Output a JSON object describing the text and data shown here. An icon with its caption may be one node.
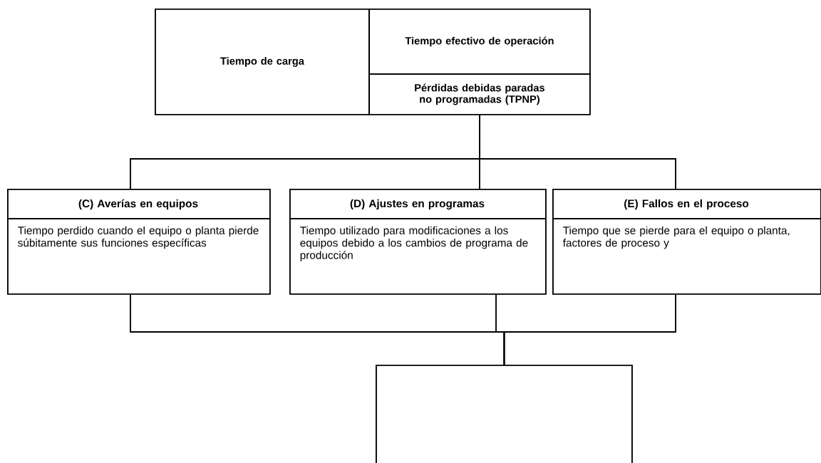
{
  "diagram": {
    "nodes": [
      {
        "text": [
          "Tiempo de carga"
        ]
      },
      {
        "text": [
          "Tiempo efectivo de operación"
        ]
      },
      {
        "text": [
          "Pérdidas debidas paradas no programadas (TPNP)"
        ]
      },
      {
        "text": [
          "(C) Averías en equipos",
          "Tiempo perdido cuando el equipo o planta pierde súbitamente sus funciones específicas"
        ]
      },
      {
        "text": [
          "(D) Ajustes en programas",
          "Tiempo utilizado para modificaciones a los equipos debido a los cambios de programa de producción"
        ]
      },
      {
        "text": [
          "(E) Fallos en el proceso",
          "Tiempo que se pierde para el equipo o planta, factores de proceso y"
        ]
      },
      {
        "text": [],
        "shape": "box"
      }
    ],
    "edges": [
      {
        "from": 2,
        "to": 3,
        "arrow": "none"
      },
      {
        "from": 2,
        "to": 4,
        "arrow": "none"
      },
      {
        "from": 2,
        "to": 5,
        "arrow": "none"
      },
      {
        "from": 3,
        "to": 6,
        "arrow": "none"
      },
      {
        "from": 4,
        "to": 6,
        "arrow": "none"
      },
      {
        "from": 5,
        "to": 6,
        "arrow": "none"
      }
    ]
  }
}
